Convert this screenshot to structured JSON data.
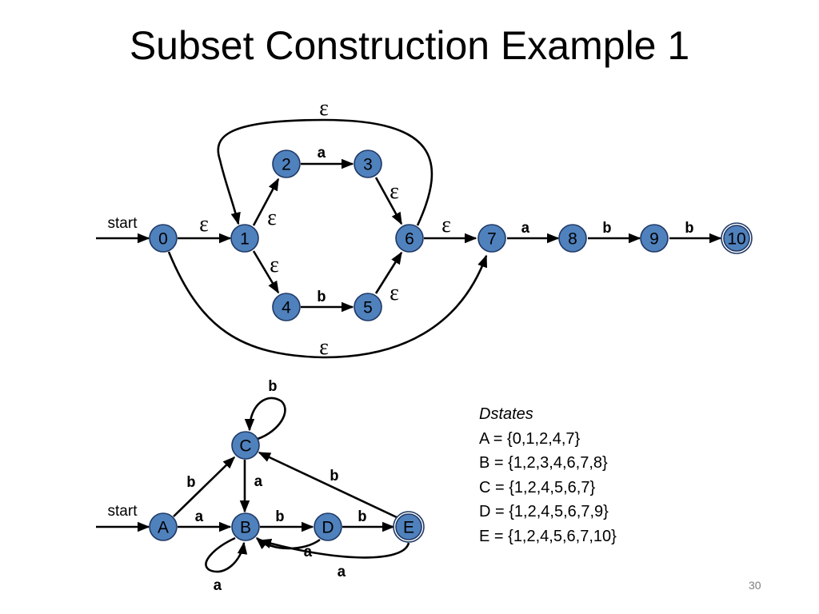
{
  "slide": {
    "title": "Subset Construction Example 1",
    "page_number": "30"
  },
  "colors": {
    "node_fill": "#4f81bd",
    "node_stroke": "#1f3864",
    "edge": "#000000"
  },
  "nfa": {
    "start_label": "start",
    "states": [
      "0",
      "1",
      "2",
      "3",
      "4",
      "5",
      "6",
      "7",
      "8",
      "9",
      "10"
    ],
    "start_state": "0",
    "accepting_states": [
      "10"
    ],
    "transitions": [
      {
        "from": "0",
        "to": "1",
        "symbol": "ε"
      },
      {
        "from": "0",
        "to": "7",
        "symbol": "ε"
      },
      {
        "from": "1",
        "to": "2",
        "symbol": "ε"
      },
      {
        "from": "1",
        "to": "4",
        "symbol": "ε"
      },
      {
        "from": "2",
        "to": "3",
        "symbol": "a"
      },
      {
        "from": "3",
        "to": "6",
        "symbol": "ε"
      },
      {
        "from": "4",
        "to": "5",
        "symbol": "b"
      },
      {
        "from": "5",
        "to": "6",
        "symbol": "ε"
      },
      {
        "from": "6",
        "to": "1",
        "symbol": "ε"
      },
      {
        "from": "6",
        "to": "7",
        "symbol": "ε"
      },
      {
        "from": "7",
        "to": "8",
        "symbol": "a"
      },
      {
        "from": "8",
        "to": "9",
        "symbol": "b"
      },
      {
        "from": "9",
        "to": "10",
        "symbol": "b"
      }
    ]
  },
  "dfa": {
    "start_label": "start",
    "states": [
      "A",
      "B",
      "C",
      "D",
      "E"
    ],
    "start_state": "A",
    "accepting_states": [
      "E"
    ],
    "transitions": [
      {
        "from": "A",
        "to": "B",
        "symbol": "a"
      },
      {
        "from": "A",
        "to": "C",
        "symbol": "b"
      },
      {
        "from": "B",
        "to": "B",
        "symbol": "a"
      },
      {
        "from": "B",
        "to": "D",
        "symbol": "b"
      },
      {
        "from": "C",
        "to": "B",
        "symbol": "a"
      },
      {
        "from": "C",
        "to": "C",
        "symbol": "b"
      },
      {
        "from": "D",
        "to": "B",
        "symbol": "a"
      },
      {
        "from": "D",
        "to": "E",
        "symbol": "b"
      },
      {
        "from": "E",
        "to": "B",
        "symbol": "a"
      },
      {
        "from": "E",
        "to": "C",
        "symbol": "b"
      }
    ]
  },
  "dstates": {
    "heading": "Dstates",
    "rows": [
      "A = {0,1,2,4,7}",
      "B = {1,2,3,4,6,7,8}",
      "C = {1,2,4,5,6,7}",
      "D = {1,2,4,5,6,7,9}",
      "E = {1,2,4,5,6,7,10}"
    ]
  }
}
